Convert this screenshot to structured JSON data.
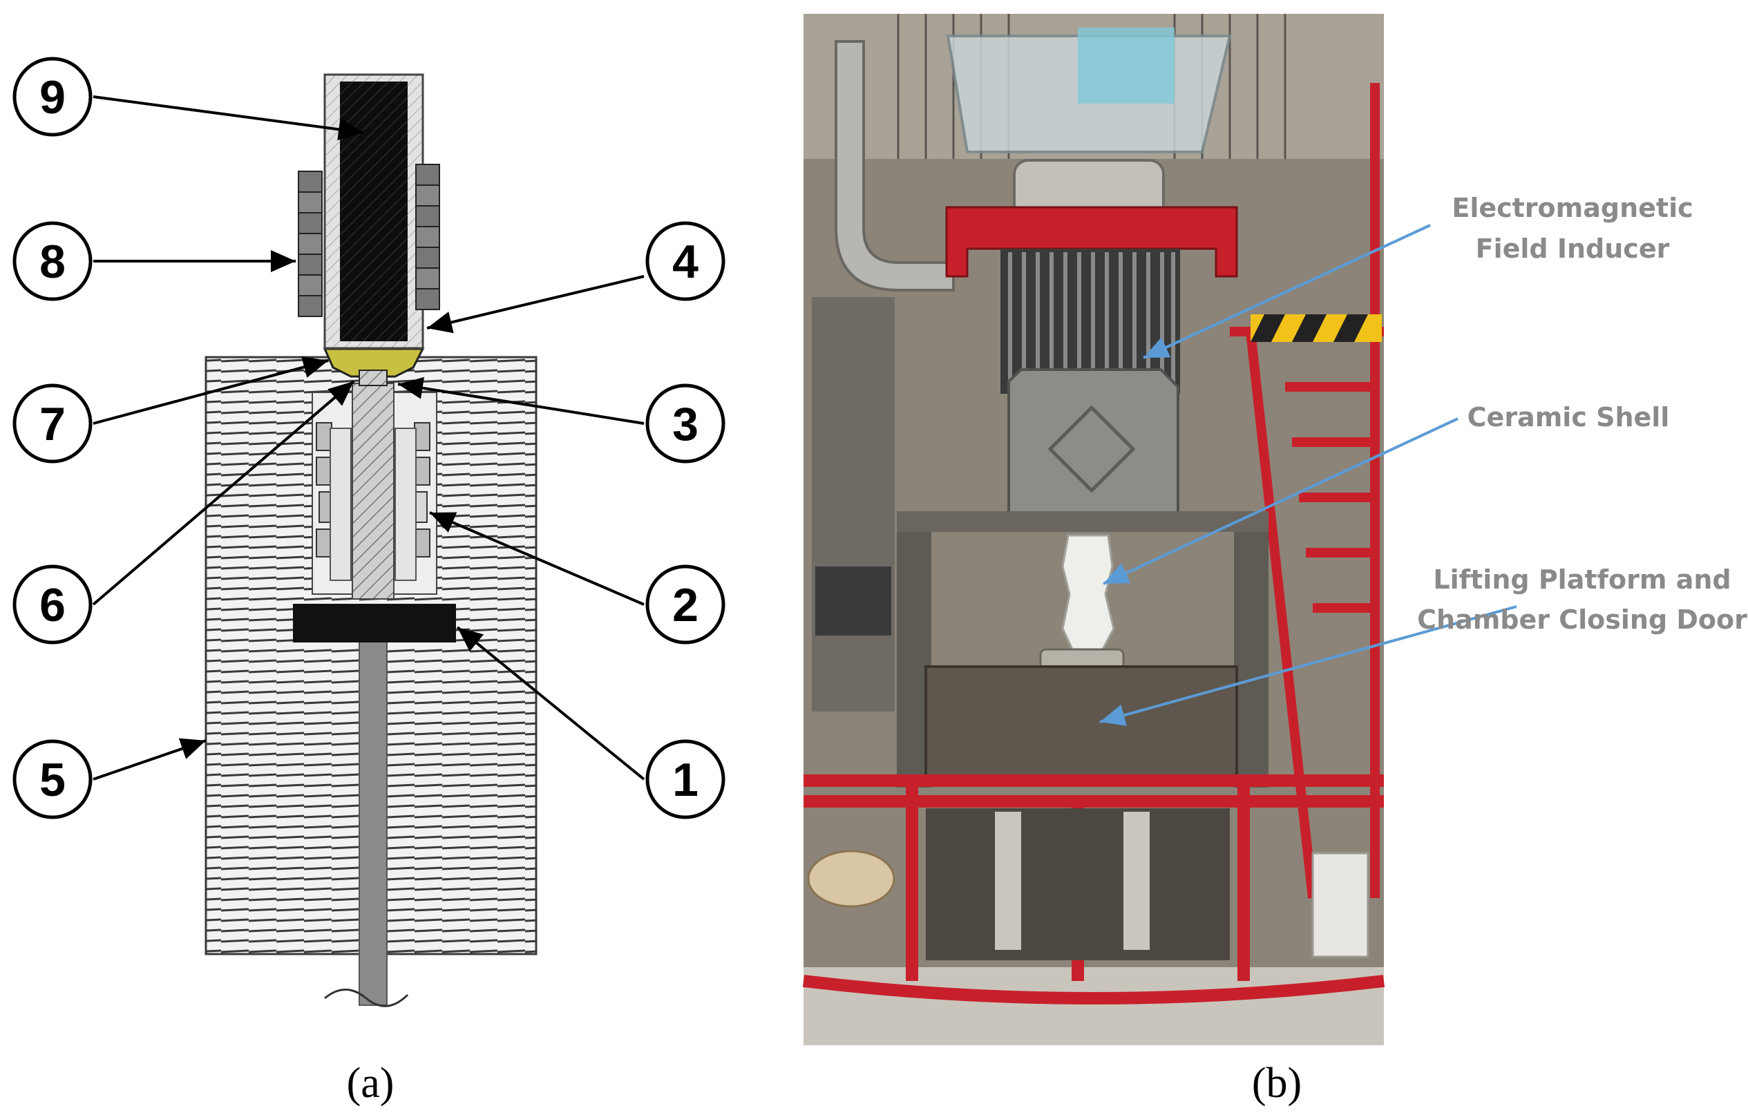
{
  "panel_a": {
    "label": "(a)",
    "part_numbers": [
      "9",
      "8",
      "4",
      "7",
      "3",
      "6",
      "2",
      "5",
      "1"
    ]
  },
  "panel_b": {
    "label": "(b)",
    "callouts": {
      "inducer_line1": "Electromagnetic",
      "inducer_line2": "Field Inducer",
      "shell": "Ceramic Shell",
      "platform_line1": "Lifting Platform and",
      "platform_line2": "Chamber Closing Door"
    }
  },
  "colors": {
    "callout_text": "#8a8a8a",
    "callout_arrow": "#5b9bd5",
    "frame_red": "#c8202a",
    "hatch_gray": "#d9d9d9",
    "seal_yellow": "#c8c040"
  }
}
